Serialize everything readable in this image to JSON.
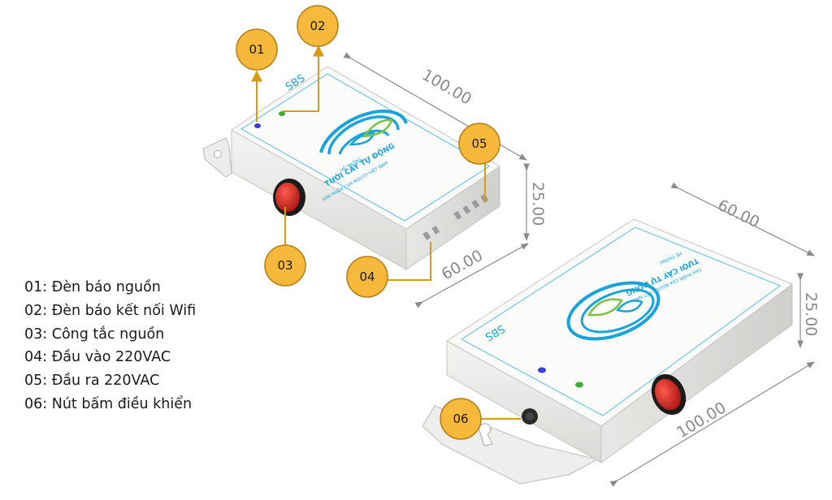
{
  "callouts": [
    {
      "id": "01",
      "text": "01"
    },
    {
      "id": "02",
      "text": "02"
    },
    {
      "id": "03",
      "text": "03"
    },
    {
      "id": "04",
      "text": "04"
    },
    {
      "id": "05",
      "text": "05"
    },
    {
      "id": "06",
      "text": "06"
    }
  ],
  "legend": [
    "01: Đèn báo nguồn",
    "02: Đèn báo kết nối Wifi",
    "03: Công tắc nguồn",
    "04: Đầu vào 220VAC",
    "05: Đầu ra 220VAC",
    "06: Nút bấm điều khiển"
  ],
  "dimensions": {
    "top_length": "100.00",
    "top_width": "60.00",
    "top_height": "25.00",
    "bottom_width": "60.00",
    "bottom_height": "25.00",
    "bottom_length": "100.00"
  },
  "device_label": {
    "line1": "HỆ THỐNG",
    "line2": "TƯỚI CÂY TỰ ĐỘNG",
    "line3": "SẢN PHẨM CỦA NGƯỜI VIỆT NAM",
    "brand": "SBS"
  },
  "colors": {
    "callout_fill": "#f6b93b",
    "callout_stroke": "#b57d12",
    "leader": "#d99a1a",
    "dimension": "#8a8a8a",
    "body": "#eeeeec",
    "switch": "#c8221a",
    "led_power": "#3a3fd6",
    "led_wifi": "#3faa38",
    "logo_blue": "#1aa3d9",
    "logo_green": "#7cc242"
  }
}
